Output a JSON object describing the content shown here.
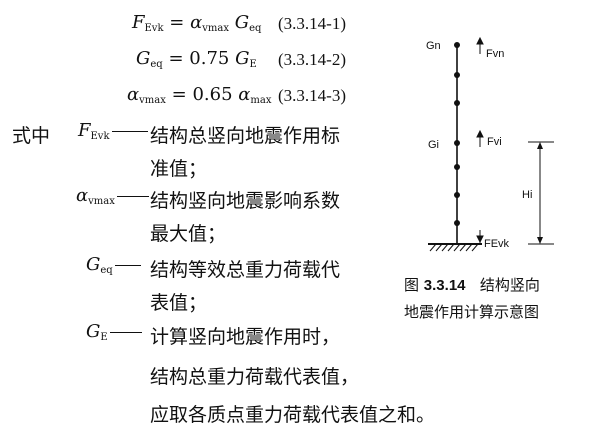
{
  "equations": [
    {
      "lhs_sym": "F",
      "lhs_sub": "Evk",
      "rhs_a": "α",
      "rhs_a_sub": "vmax",
      "rhs_b": "G",
      "rhs_b_sub": "eq",
      "coef": "",
      "num": "(3.3.14-1)"
    },
    {
      "lhs_sym": "G",
      "lhs_sub": "eq",
      "coef": "0.75",
      "rhs_b": "G",
      "rhs_b_sub": "E",
      "num": "(3.3.14-2)"
    },
    {
      "lhs_sym": "α",
      "lhs_sub": "vmax",
      "coef": "0.65",
      "rhs_b": "α",
      "rhs_b_sub": "max",
      "num": "(3.3.14-3)"
    }
  ],
  "equals": "=",
  "where_label": "式中",
  "definitions": [
    {
      "sym": "F",
      "sub": "Evk",
      "lines": [
        "结构总竖向地震作用标",
        "准值；"
      ]
    },
    {
      "sym": "α",
      "sub": "vmax",
      "lines": [
        "结构竖向地震影响系数",
        "最大值；"
      ]
    },
    {
      "sym": "G",
      "sub": "eq",
      "lines": [
        "结构等效总重力荷载代",
        "表值；"
      ]
    },
    {
      "sym": "G",
      "sub": "E",
      "lines": [
        "计算竖向地震作用时，",
        "结构总重力荷载代表值，",
        "应取各质点重力荷载代表值之和。"
      ]
    }
  ],
  "figure": {
    "label_top": "Gn",
    "label_mid": "Gi",
    "force_top": "Fvn",
    "force_mid": "Fvi",
    "force_bottom": "FEvk",
    "height_label": "Hi",
    "caption_prefix": "图",
    "caption_number": "3.3.14",
    "caption_line1": "结构竖向",
    "caption_line2": "地震作用计算示意图"
  }
}
